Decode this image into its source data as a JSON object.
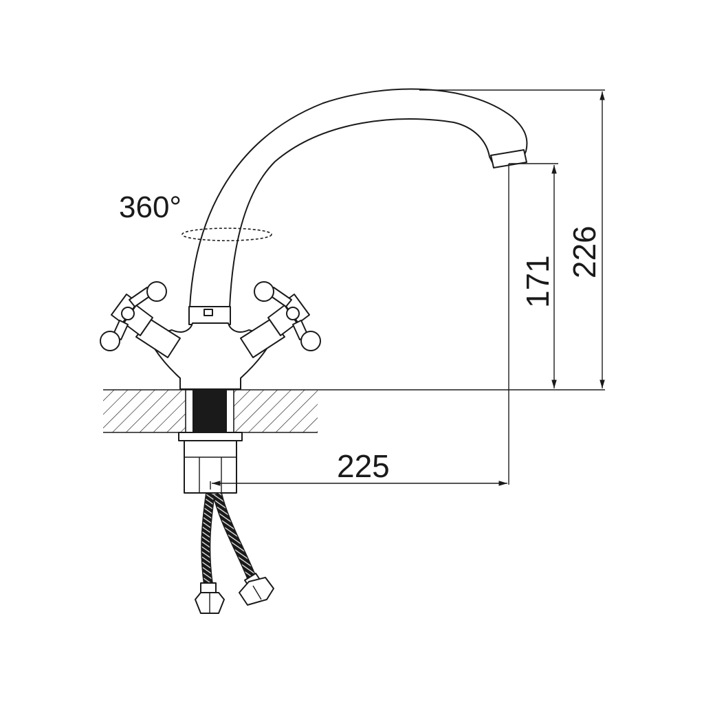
{
  "dimensions": {
    "rotation_label": "360°",
    "spout_clearance_label": "171",
    "total_height_label": "226",
    "spout_reach_label": "225"
  },
  "colors": {
    "ink": "#1a1a1a",
    "background": "#ffffff"
  }
}
